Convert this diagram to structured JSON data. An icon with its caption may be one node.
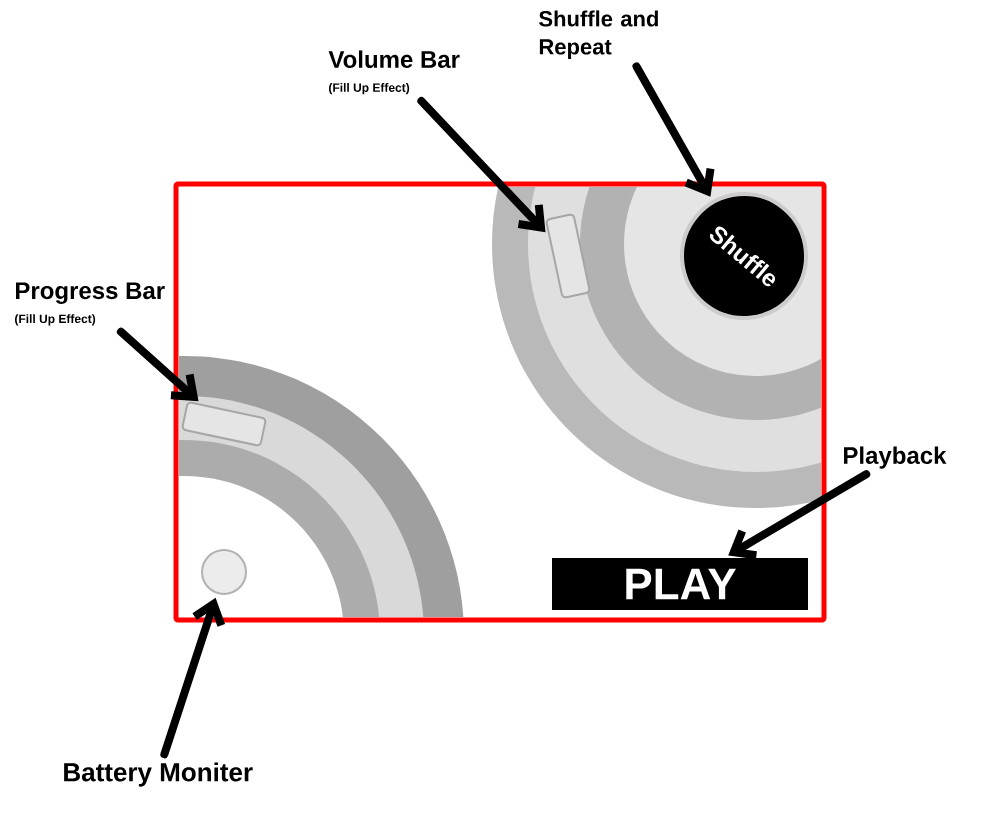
{
  "diagram": {
    "nodes": [
      {
        "text": [],
        "shape": "box"
      },
      {
        "text": [],
        "shape": "bar",
        "in": 0
      },
      {
        "text": [
          "Shuffle"
        ],
        "in": 0
      },
      {
        "text": [],
        "shape": "bar",
        "in": 0
      },
      {
        "text": [],
        "shape": "circle",
        "in": 0
      },
      {
        "text": [
          "PLAY"
        ],
        "in": 0
      },
      {
        "text": [
          "Volume Bar",
          "(Fill Up Effect)"
        ]
      },
      {
        "text": [
          "Shuffle and Repeat"
        ]
      },
      {
        "text": [
          "Progress Bar",
          "(Fill Up Effect)"
        ]
      },
      {
        "text": [
          "Playback"
        ]
      },
      {
        "text": [
          "Battery Moniter"
        ]
      }
    ],
    "edges": [
      {
        "from": 6,
        "to": 1,
        "arrow": "to"
      },
      {
        "from": 7,
        "to": 2,
        "arrow": "to"
      },
      {
        "from": 8,
        "to": 3,
        "arrow": "to"
      },
      {
        "from": 9,
        "to": 5,
        "arrow": "to"
      },
      {
        "from": 10,
        "to": 4,
        "arrow": "to"
      }
    ]
  }
}
